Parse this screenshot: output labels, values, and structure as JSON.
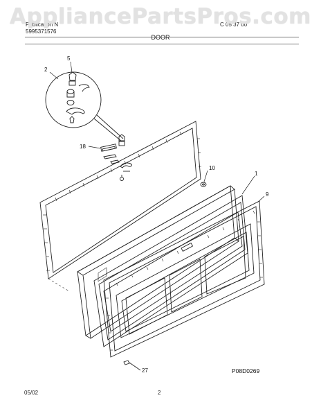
{
  "watermark": "AppliancePartsPros.com",
  "header": {
    "left_line1": "Publication N",
    "left_line2": "5995371576",
    "right_line1": "C 05 37 00"
  },
  "section_title": "DOOR",
  "callouts": [
    {
      "id": "2",
      "label": "2"
    },
    {
      "id": "5",
      "label": "5"
    },
    {
      "id": "18",
      "label": "18"
    },
    {
      "id": "10",
      "label": "10"
    },
    {
      "id": "1",
      "label": "1"
    },
    {
      "id": "9",
      "label": "9"
    },
    {
      "id": "27",
      "label": "27"
    }
  ],
  "diagram_code": "P08D0269",
  "footer": {
    "date": "05/02",
    "page": "2"
  }
}
